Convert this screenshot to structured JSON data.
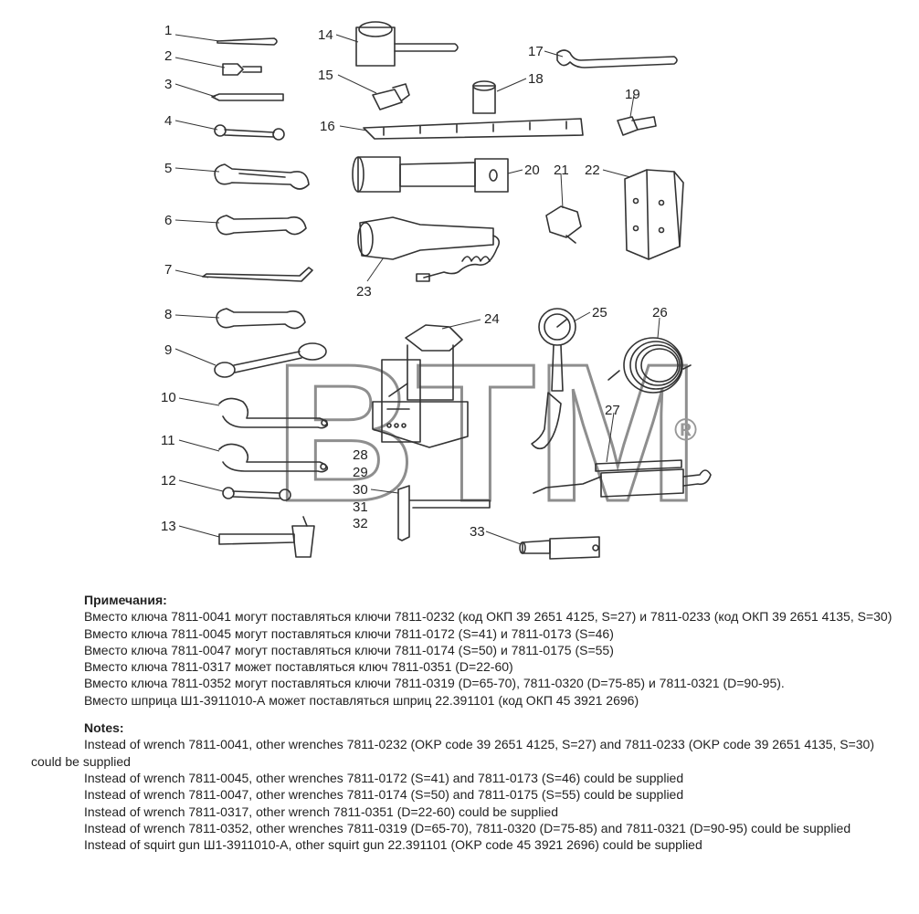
{
  "figure": {
    "callouts": [
      "1",
      "2",
      "3",
      "4",
      "5",
      "6",
      "7",
      "8",
      "9",
      "10",
      "11",
      "12",
      "13",
      "14",
      "15",
      "16",
      "17",
      "18",
      "19",
      "20",
      "21",
      "22",
      "23",
      "24",
      "25",
      "26",
      "27",
      "28",
      "29",
      "30",
      "31",
      "32",
      "33"
    ],
    "watermark": "BTM",
    "registered_mark": "®"
  },
  "notes_ru": {
    "heading": "Примечания:",
    "lines": [
      "Вместо ключа 7811-0041 могут поставляться ключи 7811-0232 (код ОКП  39 2651 4125, S=27) и 7811-0233 (код ОКП 39 2651 4135, S=30)",
      "Вместо ключа 7811-0045 могут поставляться ключи 7811-0172 (S=41) и  7811-0173 (S=46)",
      "Вместо ключа 7811-0047 могут поставляться ключи 7811-0174 (S=50) и  7811-0175 (S=55)",
      "Вместо ключа 7811-0317 может поставляться ключ 7811-0351 (D=22-60)",
      "Вместо ключа 7811-0352 могут поставляться ключи 7811-0319 (D=65-70), 7811-0320 (D=75-85) и 7811-0321 (D=90-95).",
      "Вместо шприца Ш1-3911010-А может поставляться шприц 22.391101 (код ОКП 45 3921 2696)"
    ]
  },
  "notes_en": {
    "heading": "Notes:",
    "lines": [
      "Instead of wrench 7811-0041, other wrenches 7811-0232 (OKP code 39 2651 4125, S=27) and 7811-0233 (OKP code 39 2651 4135, S=30) could be supplied",
      "Instead of wrench 7811-0045, other wrenches 7811-0172 (S=41) and 7811-0173 (S=46) could be supplied",
      "Instead of wrench 7811-0047, other wrenches 7811-0174 (S=50) and 7811-0175 (S=55) could be supplied",
      "Instead of wrench 7811-0317, other wrench 7811-0351 (D=22-60) could be supplied",
      "Instead of wrench 7811-0352, other wrenches 7811-0319 (D=65-70), 7811-0320 (D=75-85) and 7811-0321 (D=90-95) could be supplied",
      "Instead of squirt gun Ш1-3911010-А, other squirt gun 22.391101 (OKP code 45 3921 2696) could be supplied"
    ]
  }
}
